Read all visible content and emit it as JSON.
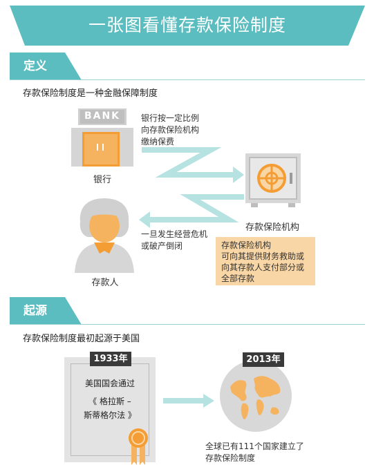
{
  "title": "一张图看懂存款保险制度",
  "sections": {
    "definition": {
      "tag": "定义",
      "intro": "存款保险制度是一种金融保障制度",
      "bank": {
        "sign": "BANK",
        "label": "银行",
        "note_lines": [
          "银行按一定比例",
          "向存款保险机构",
          "缴纳保费"
        ]
      },
      "agency": {
        "label": "存款保险机构"
      },
      "depositor": {
        "label": "存款人",
        "note_lines": [
          "一旦发生经营危机",
          "或破产倒闭"
        ]
      },
      "callout_lines": [
        "存款保险机构",
        "可向其提供财务救助或",
        "向其存款人支付部分或",
        "全部存款"
      ]
    },
    "origin": {
      "tag": "起源",
      "intro": "存款保险制度最初起源于美国",
      "cert": {
        "year": "1933年",
        "lines": [
          "美国国会通过",
          "《 格拉斯 –",
          "斯蒂格尔法 》"
        ]
      },
      "globe": {
        "year": "2013年",
        "note_lines": [
          "全球已有111个国家建立了",
          "存款保险制度"
        ]
      }
    }
  },
  "colors": {
    "teal": "#5bbdbf",
    "teal_light": "#b6e2e2",
    "orange": "#f49d34",
    "orange_light": "#f8d6a6",
    "grey": "#d0d0d0"
  }
}
